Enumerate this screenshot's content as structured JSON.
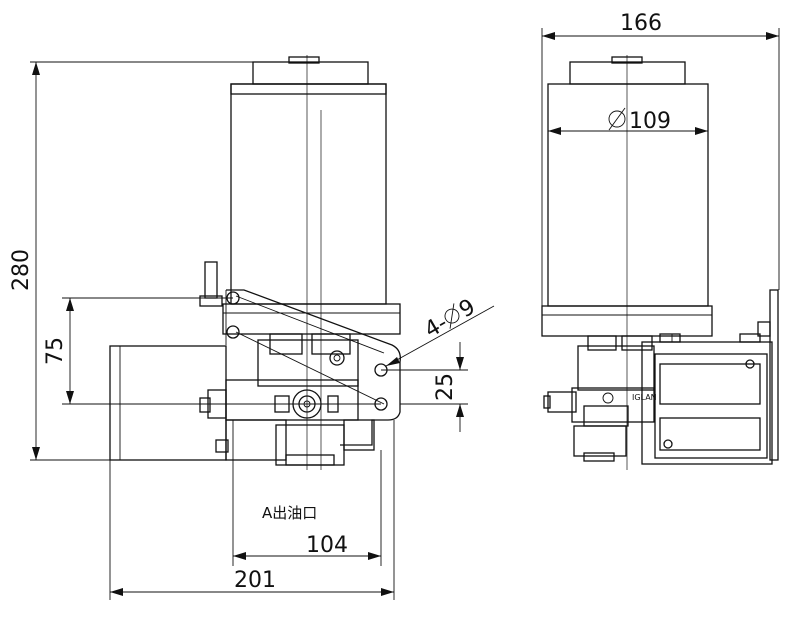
{
  "dimensions": {
    "total_height": "280",
    "hole_vertical_offset": "75",
    "hole_spacing": "25",
    "hole_spec": "4-Ø9",
    "hole_spec_prefix": "4-",
    "hole_spec_dia": "9",
    "reservoir_diameter": "109",
    "base_width": "104",
    "total_width": "201",
    "side_width": "166"
  },
  "labels": {
    "outlet_a": "A出油口",
    "nameplate": "IGLAN"
  }
}
